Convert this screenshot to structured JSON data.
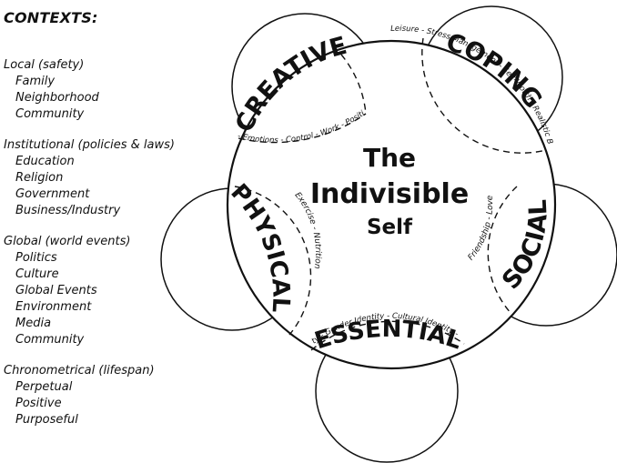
{
  "contexts": {
    "title": "CONTEXTS:",
    "groups": [
      {
        "head": "Local  (safety)",
        "items": [
          "Family",
          "Neighborhood",
          "Community"
        ]
      },
      {
        "head": "Institutional  (policies & laws)",
        "items": [
          "Education",
          "Religion",
          "Government",
          "Business/Industry"
        ]
      },
      {
        "head": "Global  (world events)",
        "items": [
          "Politics",
          "Culture",
          "Global Events",
          "Environment",
          "Media",
          "Community"
        ]
      },
      {
        "head": "Chronometrical  (lifespan)",
        "items": [
          "Perpetual",
          "Positive",
          "Purposeful"
        ]
      }
    ]
  },
  "center": {
    "line1": "The",
    "line2": "Indivisible",
    "line3": "Self"
  },
  "factors": {
    "creative": {
      "label": "CREATIVE",
      "sub": "Thinking - Emotions - Control - Work - Positive Humor"
    },
    "coping": {
      "label": "COPING",
      "sub": "Leisure - Stress Management - Self-Worth - Realistic Beliefs"
    },
    "social": {
      "label": "SOCIAL",
      "sub": "Friendship - Love"
    },
    "essential": {
      "label": "ESSENTIAL",
      "sub": "Spirituality - Gender Identity - Cultural Identity - Self-Care"
    },
    "physical": {
      "label": "PHYSICAL",
      "sub": "Exercise - Nutrition"
    }
  }
}
